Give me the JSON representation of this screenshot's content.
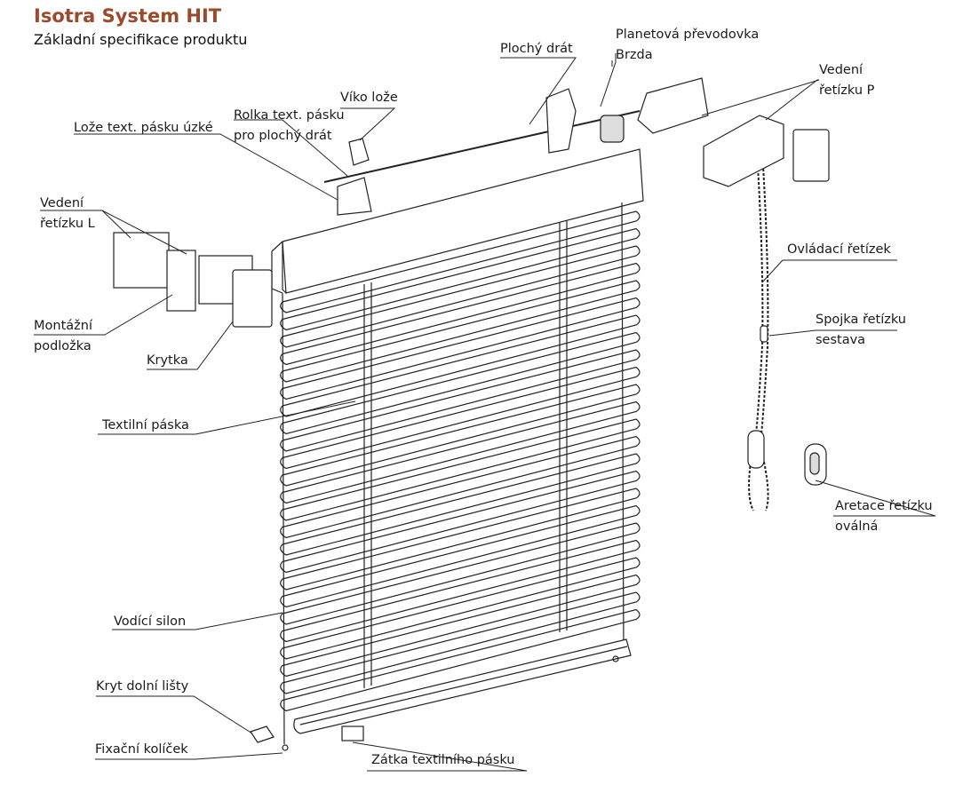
{
  "header": {
    "title": "Isotra System HIT",
    "subtitle": "Základní specifikace produktu",
    "title_color": "#9b4a2c"
  },
  "labels": {
    "plochy_drat": "Plochý drát",
    "planetova": "Planetová převodovka",
    "brzda": "Brzda",
    "vedeni_p_1": "Vedení",
    "vedeni_p_2": "řetízku P",
    "viko_loze": "Víko lože",
    "rolka_1": "Rolka text. pásku",
    "rolka_2": "pro plochý drát",
    "loze": "Lože text. pásku úzké",
    "vedeni_l_1": "Vedení",
    "vedeni_l_2": "řetízku L",
    "ovladaci": "Ovládací řetízek",
    "spojka_1": "Spojka řetízku",
    "spojka_2": "sestava",
    "montazni_1": "Montážní",
    "montazni_2": "podložka",
    "krytka": "Krytka",
    "textilni": "Textilní páska",
    "aretace_1": "Aretace řetízku",
    "aretace_2": "oválná",
    "vodici": "Vodící silon",
    "kryt_dolni": "Kryt dolní lišty",
    "fixacni": "Fixační kolíček",
    "zatka": "Zátka textilního pásku"
  }
}
